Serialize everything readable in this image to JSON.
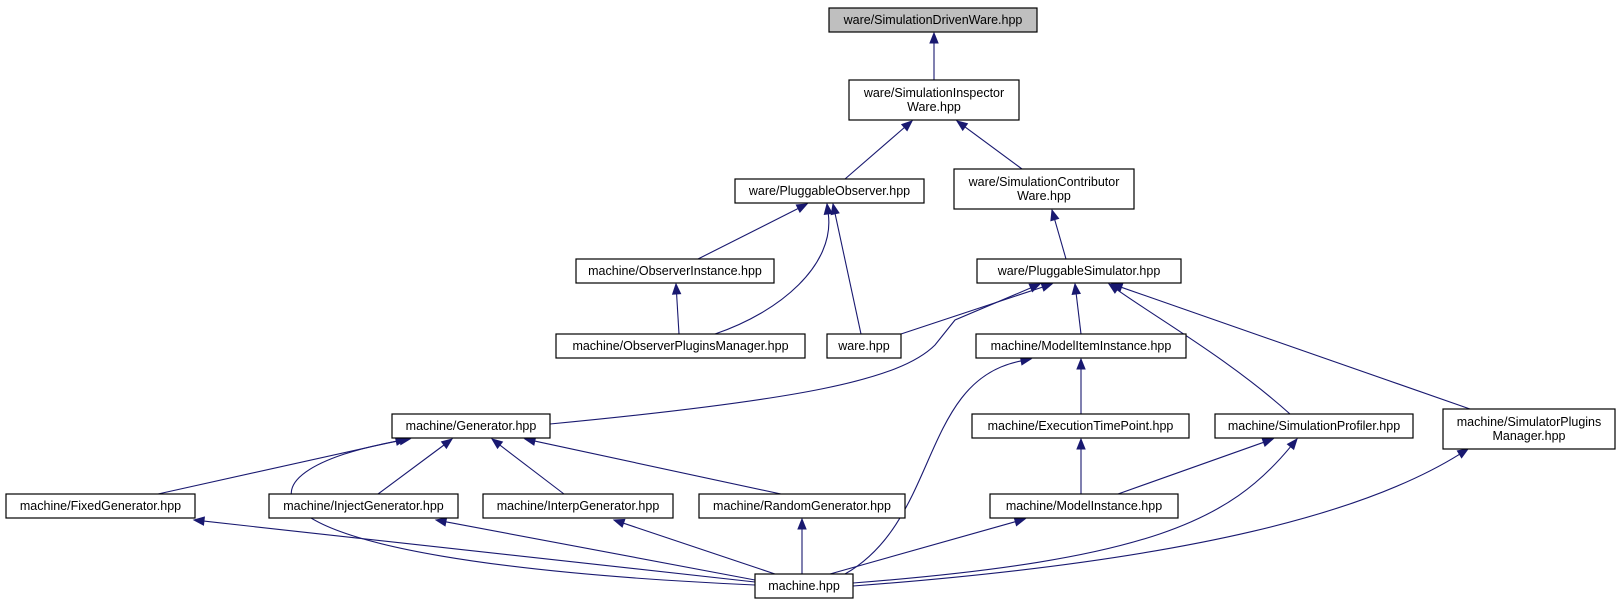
{
  "graph": {
    "edge_color": "#191970",
    "root_fill": "#bfbfbf",
    "nodes": [
      {
        "id": "root",
        "lines": [
          "ware/SimulationDrivenWare.hpp"
        ],
        "highlighted": true
      },
      {
        "id": "sim_inspector",
        "lines": [
          "ware/SimulationInspector",
          "Ware.hpp"
        ]
      },
      {
        "id": "pluggable_observer",
        "lines": [
          "ware/PluggableObserver.hpp"
        ]
      },
      {
        "id": "sim_contributor",
        "lines": [
          "ware/SimulationContributor",
          "Ware.hpp"
        ]
      },
      {
        "id": "observer_instance",
        "lines": [
          "machine/ObserverInstance.hpp"
        ]
      },
      {
        "id": "pluggable_simulator",
        "lines": [
          "ware/PluggableSimulator.hpp"
        ]
      },
      {
        "id": "observer_plugins_manager",
        "lines": [
          "machine/ObserverPluginsManager.hpp"
        ]
      },
      {
        "id": "ware",
        "lines": [
          "ware.hpp"
        ]
      },
      {
        "id": "model_item_instance",
        "lines": [
          "machine/ModelItemInstance.hpp"
        ]
      },
      {
        "id": "generator",
        "lines": [
          "machine/Generator.hpp"
        ]
      },
      {
        "id": "execution_time_point",
        "lines": [
          "machine/ExecutionTimePoint.hpp"
        ]
      },
      {
        "id": "simulation_profiler",
        "lines": [
          "machine/SimulationProfiler.hpp"
        ]
      },
      {
        "id": "simulator_plugins_manager",
        "lines": [
          "machine/SimulatorPlugins",
          "Manager.hpp"
        ]
      },
      {
        "id": "fixed_generator",
        "lines": [
          "machine/FixedGenerator.hpp"
        ]
      },
      {
        "id": "inject_generator",
        "lines": [
          "machine/InjectGenerator.hpp"
        ]
      },
      {
        "id": "interp_generator",
        "lines": [
          "machine/InterpGenerator.hpp"
        ]
      },
      {
        "id": "random_generator",
        "lines": [
          "machine/RandomGenerator.hpp"
        ]
      },
      {
        "id": "model_instance",
        "lines": [
          "machine/ModelInstance.hpp"
        ]
      },
      {
        "id": "machine",
        "lines": [
          "machine.hpp"
        ]
      }
    ],
    "edges": [
      {
        "from": "sim_inspector",
        "to": "root"
      },
      {
        "from": "pluggable_observer",
        "to": "sim_inspector"
      },
      {
        "from": "sim_contributor",
        "to": "sim_inspector"
      },
      {
        "from": "observer_instance",
        "to": "pluggable_observer"
      },
      {
        "from": "observer_plugins_manager",
        "to": "pluggable_observer"
      },
      {
        "from": "ware",
        "to": "pluggable_observer"
      },
      {
        "from": "pluggable_simulator",
        "to": "sim_contributor"
      },
      {
        "from": "observer_plugins_manager",
        "to": "observer_instance"
      },
      {
        "from": "ware",
        "to": "pluggable_simulator"
      },
      {
        "from": "generator",
        "to": "pluggable_simulator"
      },
      {
        "from": "model_item_instance",
        "to": "pluggable_simulator"
      },
      {
        "from": "simulation_profiler",
        "to": "pluggable_simulator"
      },
      {
        "from": "simulator_plugins_manager",
        "to": "pluggable_simulator"
      },
      {
        "from": "machine",
        "to": "model_item_instance"
      },
      {
        "from": "execution_time_point",
        "to": "model_item_instance"
      },
      {
        "from": "fixed_generator",
        "to": "generator"
      },
      {
        "from": "inject_generator",
        "to": "generator"
      },
      {
        "from": "interp_generator",
        "to": "generator"
      },
      {
        "from": "random_generator",
        "to": "generator"
      },
      {
        "from": "machine",
        "to": "generator"
      },
      {
        "from": "model_instance",
        "to": "execution_time_point"
      },
      {
        "from": "model_instance",
        "to": "simulation_profiler"
      },
      {
        "from": "machine",
        "to": "simulation_profiler"
      },
      {
        "from": "machine",
        "to": "simulator_plugins_manager"
      },
      {
        "from": "machine",
        "to": "fixed_generator"
      },
      {
        "from": "machine",
        "to": "inject_generator"
      },
      {
        "from": "machine",
        "to": "interp_generator"
      },
      {
        "from": "machine",
        "to": "random_generator"
      },
      {
        "from": "machine",
        "to": "model_instance"
      }
    ]
  }
}
